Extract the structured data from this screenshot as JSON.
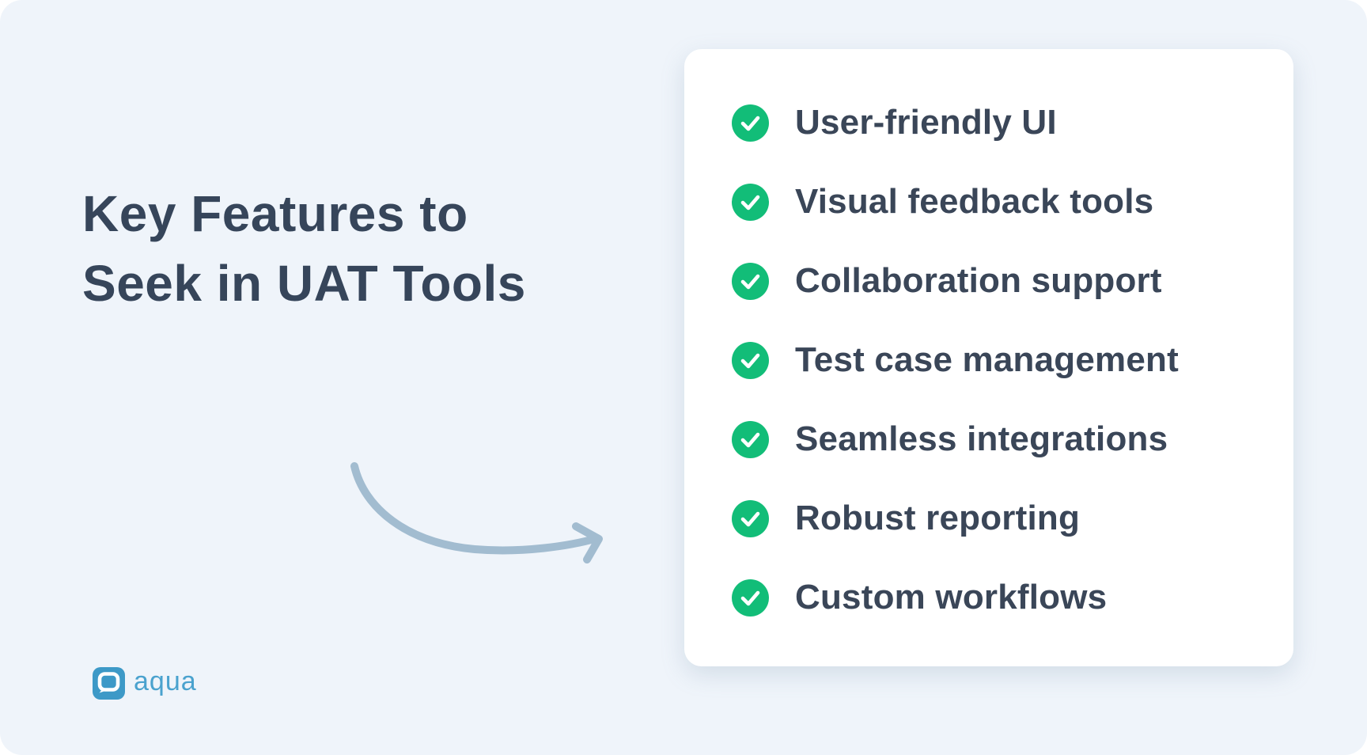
{
  "page": {
    "background_color": "#ffffff",
    "canvas_color": "#eff4fa"
  },
  "title": {
    "line1": "Key Features to",
    "line2": "Seek in UAT Tools",
    "color": "#36455a"
  },
  "arrow": {
    "color": "#a2bcd0",
    "description": "curved-arrow-pointing-right-to-card"
  },
  "checklist": {
    "card_color": "#ffffff",
    "check_color": "#12bd78",
    "check_icon": "checkmark",
    "text_color": "#3a4658",
    "items": [
      "User-friendly UI",
      "Visual feedback tools",
      "Collaboration support",
      "Test case management",
      "Seamless integrations",
      "Robust reporting",
      "Custom workflows"
    ]
  },
  "logo": {
    "text": "aqua",
    "icon": "aqua-speech-bubble",
    "icon_color": "#3d99c7",
    "text_color": "#4aa2ce"
  }
}
